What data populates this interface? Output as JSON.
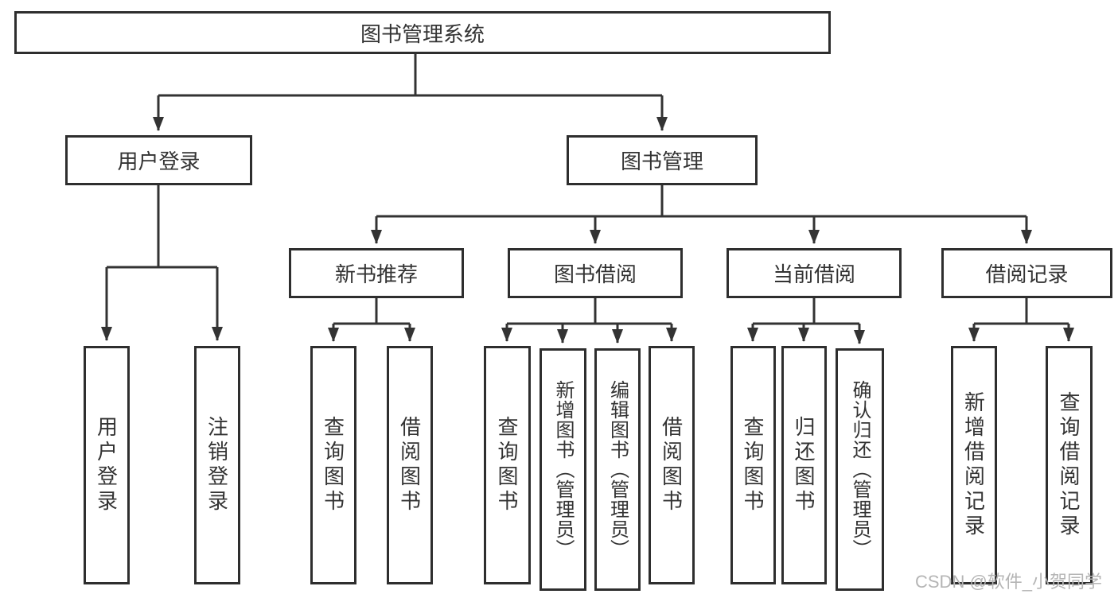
{
  "tree": {
    "root": {
      "label": "图书管理系统"
    },
    "children": [
      {
        "label": "用户登录",
        "children": [
          {
            "label": "用户登录"
          },
          {
            "label": "注销登录"
          }
        ]
      },
      {
        "label": "图书管理",
        "children": [
          {
            "label": "新书推荐",
            "children": [
              {
                "label": "查询图书"
              },
              {
                "label": "借阅图书"
              }
            ]
          },
          {
            "label": "图书借阅",
            "children": [
              {
                "label": "查询图书"
              },
              {
                "label": "新增图书（管理员）"
              },
              {
                "label": "编辑图书（管理员）"
              },
              {
                "label": "借阅图书"
              }
            ]
          },
          {
            "label": "当前借阅",
            "children": [
              {
                "label": "查询图书"
              },
              {
                "label": "归还图书"
              },
              {
                "label": "确认归还（管理员）"
              }
            ]
          },
          {
            "label": "借阅记录",
            "children": [
              {
                "label": "新增借阅记录"
              },
              {
                "label": "查询借阅记录"
              }
            ]
          }
        ]
      }
    ]
  },
  "watermark": "CSDN @软件_小贺同学",
  "colors": {
    "line": "#333333",
    "border": "#2e2e2e",
    "text": "#333333",
    "watermark": "#b5b5b5",
    "background": "#ffffff"
  }
}
